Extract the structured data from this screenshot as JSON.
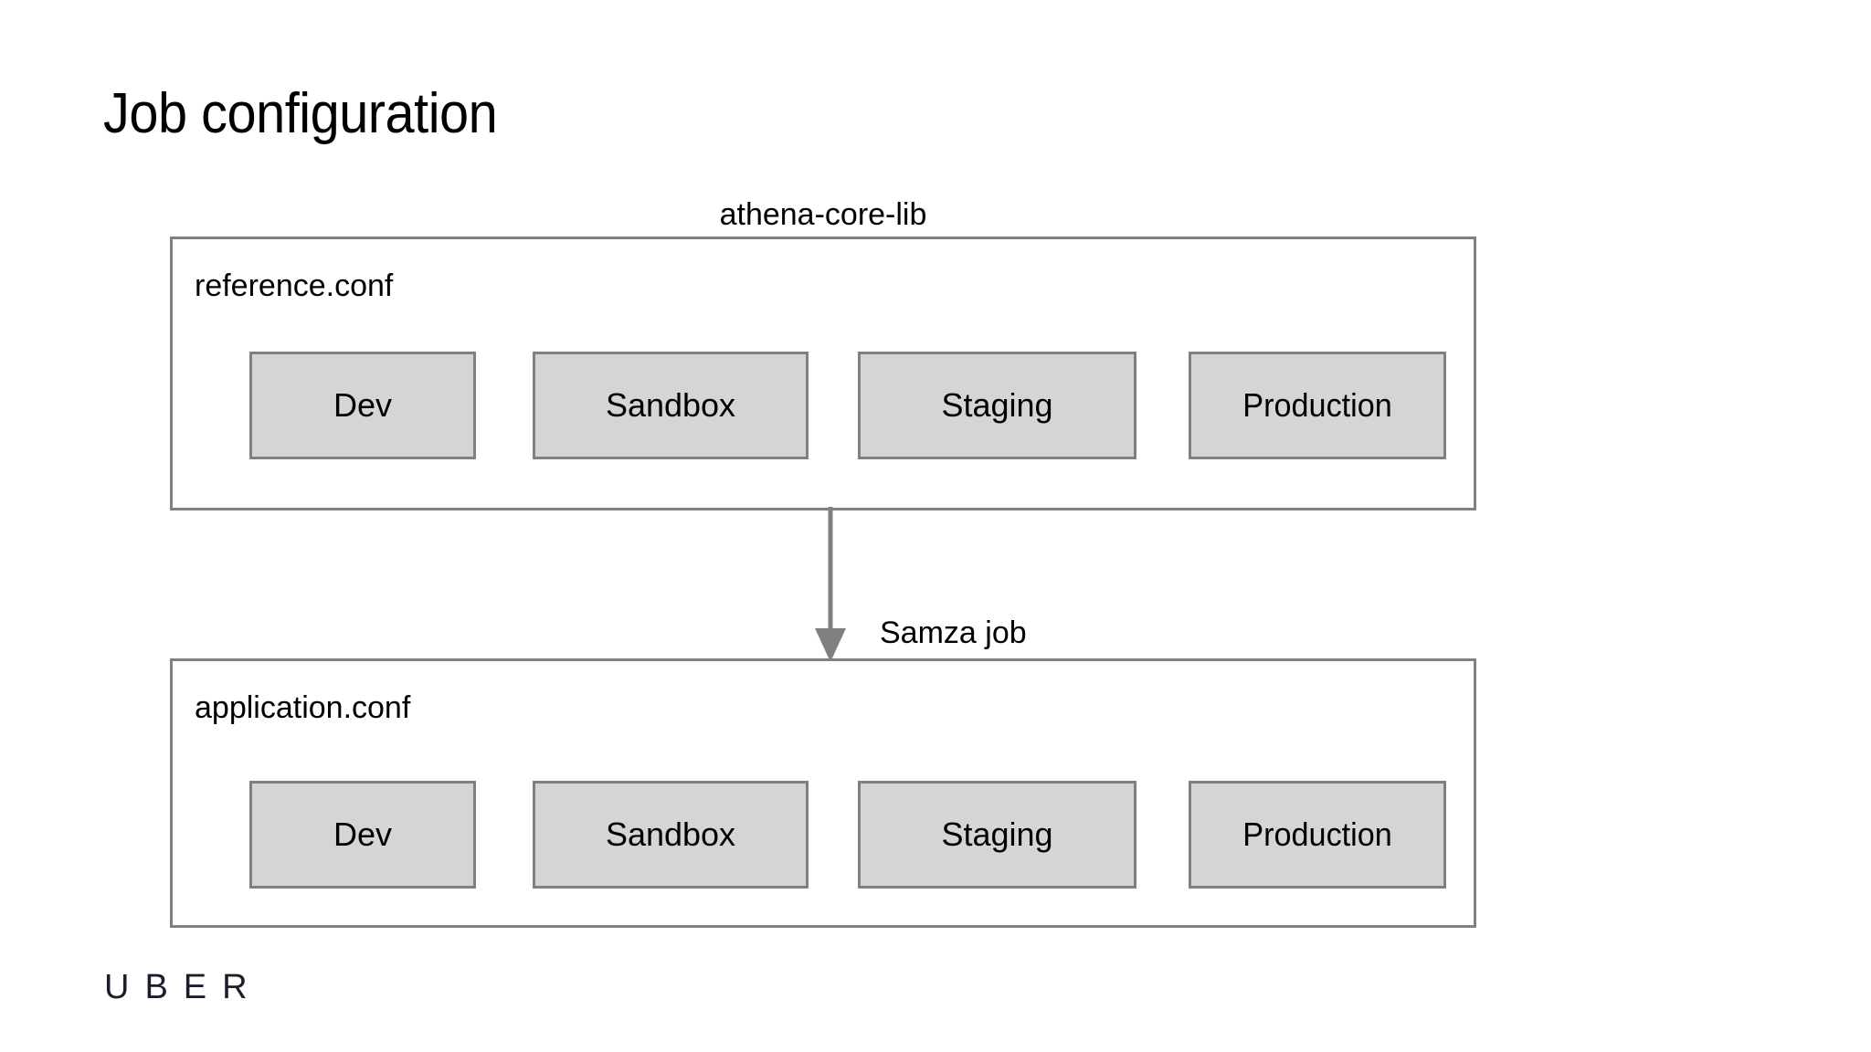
{
  "slide": {
    "title": "Job configuration",
    "background_color": "#ffffff",
    "text_color": "#000000"
  },
  "colors": {
    "container_border": "#808080",
    "container_fill": "#ffffff",
    "env_box_fill": "#d5d5d5",
    "env_box_border": "#808080",
    "arrow": "#808080",
    "logo": "#1c1c2b"
  },
  "diagram": {
    "groups": [
      {
        "caption": "athena-core-lib",
        "config_file": "application.conf",
        "environments": [
          {
            "label": "Dev"
          },
          {
            "label": "Sandbox"
          },
          {
            "label": "Staging"
          },
          {
            "label": "Production"
          }
        ]
      },
      {
        "caption": "Samza job",
        "config_file": "application.conf",
        "environments": [
          {
            "label": "Dev"
          },
          {
            "label": "Sandbox"
          },
          {
            "label": "Staging"
          },
          {
            "label": "Production"
          }
        ]
      }
    ],
    "top_group": {
      "caption": "athena-core-lib",
      "config_file": "reference.conf",
      "environments": [
        {
          "label": "Dev"
        },
        {
          "label": "Sandbox"
        },
        {
          "label": "Staging"
        },
        {
          "label": "Production"
        }
      ]
    },
    "bottom_group": {
      "caption": "Samza job",
      "config_file": "application.conf",
      "environments": [
        {
          "label": "Dev"
        },
        {
          "label": "Sandbox"
        },
        {
          "label": "Staging"
        },
        {
          "label": "Production"
        }
      ]
    },
    "connector": {
      "direction": "down",
      "style": "solid-line-with-filled-arrowhead"
    }
  },
  "footer": {
    "logo_text": "UBER"
  }
}
